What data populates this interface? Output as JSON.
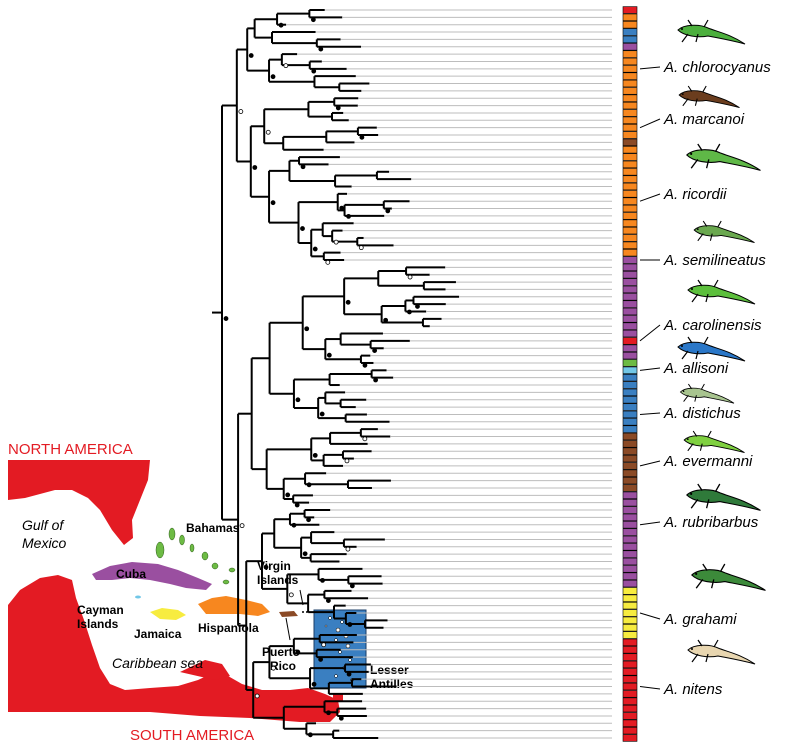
{
  "species_labels": [
    "A. chlorocyanus",
    "A. marcanoi",
    "A. ricordii",
    "A. semilineatus",
    "A. carolinensis",
    "A. allisoni",
    "A. distichus",
    "A. evermanni",
    "A. rubribarbus",
    "A. grahami",
    "A. nitens"
  ],
  "map_labels": {
    "north_america": "NORTH AMERICA",
    "south_america": "SOUTH AMERICA",
    "gulf_line1": "Gulf of",
    "gulf_line2": "Mexico",
    "bahamas": "Bahamas",
    "cuba": "Cuba",
    "cayman_line1": "Cayman",
    "cayman_line2": "Islands",
    "jamaica": "Jamaica",
    "hispaniola": "Hispaniola",
    "virgin_line1": "Virgin",
    "virgin_line2": "Islands",
    "puerto_line1": "Puerto",
    "puerto_line2": "Rico",
    "caribbean": "Caribbean sea",
    "lesser_line1": "Lesser",
    "lesser_line2": "Antilles"
  },
  "colors": {
    "Hispaniola": "#f7871f",
    "Cuba": "#9a4fa0",
    "Jamaica": "#f7ec3f",
    "PuertoRico": "#8b4a26",
    "LesserAntilles": "#3a7fc1",
    "Bahamas": "#6dbb44",
    "Mainland": "#e31b23",
    "Cayman": "#72c7e7"
  },
  "tip_regions": [
    "Mainland",
    "Hispaniola",
    "Hispaniola",
    "LesserAntilles",
    "LesserAntilles",
    "Cuba",
    "Hispaniola",
    "Hispaniola",
    "Hispaniola",
    "Hispaniola",
    "Hispaniola",
    "Hispaniola",
    "Hispaniola",
    "Hispaniola",
    "Hispaniola",
    "Hispaniola",
    "Hispaniola",
    "Hispaniola",
    "PuertoRico",
    "Hispaniola",
    "Hispaniola",
    "Hispaniola",
    "Hispaniola",
    "Hispaniola",
    "Hispaniola",
    "Hispaniola",
    "Hispaniola",
    "Hispaniola",
    "Hispaniola",
    "Hispaniola",
    "Hispaniola",
    "Hispaniola",
    "Hispaniola",
    "Hispaniola",
    "Cuba",
    "Cuba",
    "Cuba",
    "Cuba",
    "Cuba",
    "Cuba",
    "Cuba",
    "Cuba",
    "Cuba",
    "Cuba",
    "Cuba",
    "Mainland",
    "Cuba",
    "Cuba",
    "Bahamas",
    "Cayman",
    "LesserAntilles",
    "LesserAntilles",
    "LesserAntilles",
    "LesserAntilles",
    "LesserAntilles",
    "LesserAntilles",
    "LesserAntilles",
    "LesserAntilles",
    "PuertoRico",
    "PuertoRico",
    "PuertoRico",
    "PuertoRico",
    "PuertoRico",
    "PuertoRico",
    "PuertoRico",
    "PuertoRico",
    "Cuba",
    "Cuba",
    "Cuba",
    "Cuba",
    "Cuba",
    "Cuba",
    "Cuba",
    "Cuba",
    "Cuba",
    "Cuba",
    "Cuba",
    "Cuba",
    "Cuba",
    "Jamaica",
    "Jamaica",
    "Jamaica",
    "Jamaica",
    "Jamaica",
    "Jamaica",
    "Jamaica",
    "Mainland",
    "Mainland",
    "Mainland",
    "Mainland",
    "Mainland",
    "Mainland",
    "Mainland",
    "Mainland",
    "Mainland",
    "Mainland",
    "Mainland",
    "Mainland",
    "Mainland",
    "Mainland"
  ]
}
